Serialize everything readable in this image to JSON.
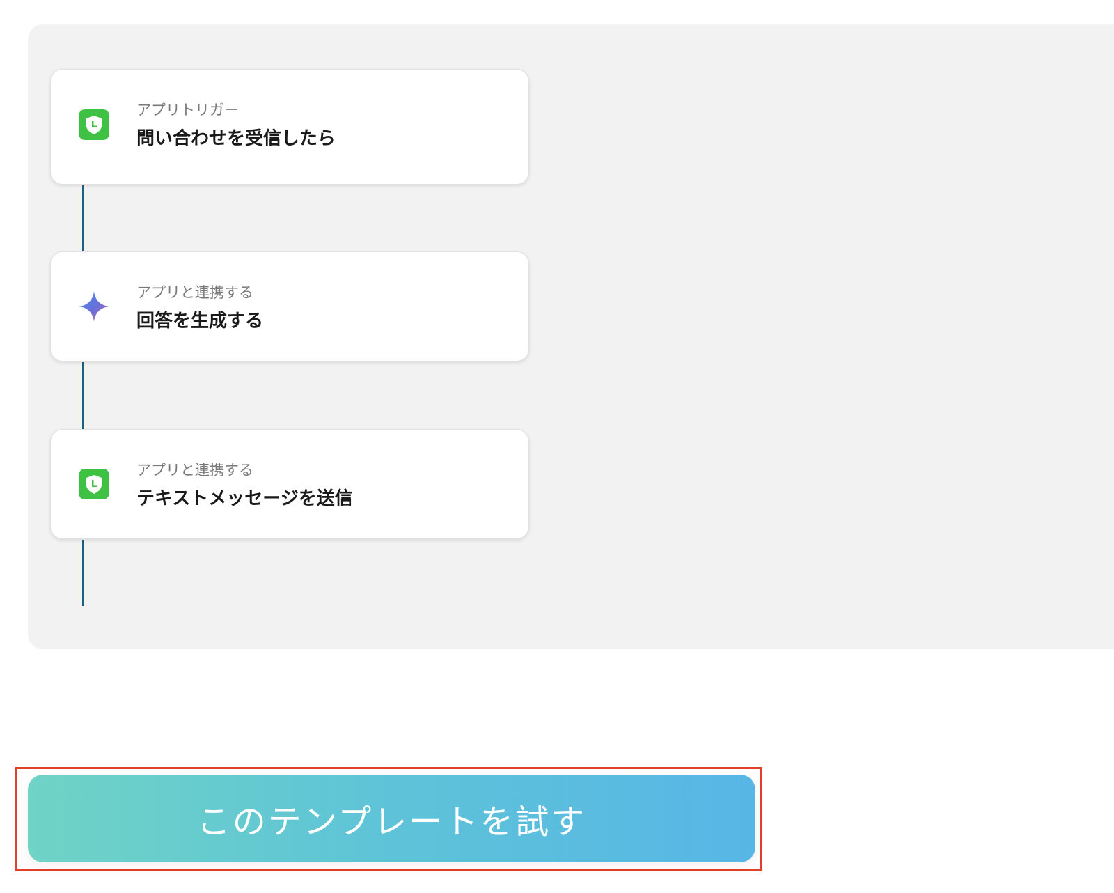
{
  "flow": {
    "steps": [
      {
        "type_label": "アプリトリガー",
        "title": "問い合わせを受信したら",
        "icon": "line-app-icon",
        "icon_color": "#3fc144"
      },
      {
        "type_label": "アプリと連携する",
        "title": "回答を生成する",
        "icon": "gemini-sparkle-icon",
        "icon_color": "#5b6fd6"
      },
      {
        "type_label": "アプリと連携する",
        "title": "テキストメッセージを送信",
        "icon": "line-app-icon",
        "icon_color": "#3fc144"
      }
    ],
    "connector_color": "#1e5e80"
  },
  "cta": {
    "label": "このテンプレートを試す",
    "highlight_color": "#e2402c"
  }
}
